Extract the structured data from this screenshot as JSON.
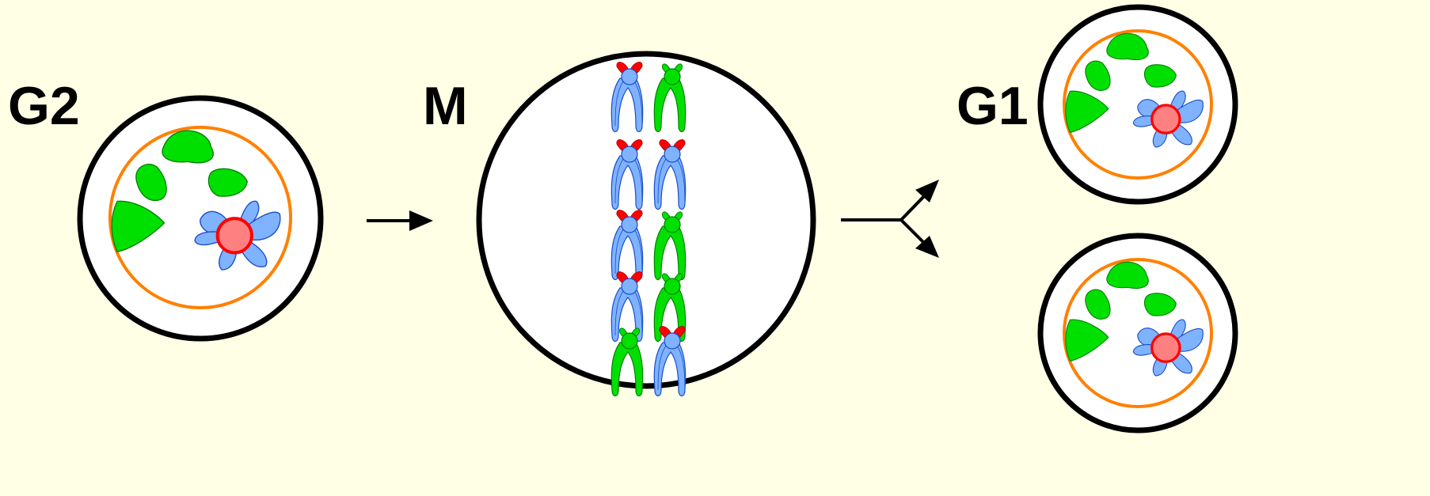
{
  "labels": {
    "g2": "G2",
    "m": "M",
    "g1": "G1"
  },
  "colors": {
    "background": "#ffffe6",
    "cell_membrane": "#000000",
    "nuclear_envelope": "#ff8000",
    "green_chromatin": "#00e000",
    "blue_chromatin": "#7fb3ff",
    "nucleolus": "#ff8080",
    "nucleolus_ring": "#ff0000",
    "centromere_marker": "#ff0000"
  },
  "metaphase": {
    "chromosome_pairs": [
      {
        "left": "blue",
        "right": "green"
      },
      {
        "left": "blue",
        "right": "blue"
      },
      {
        "left": "blue",
        "right": "green"
      },
      {
        "left": "blue",
        "right": "green"
      },
      {
        "left": "green",
        "right": "blue"
      }
    ]
  }
}
